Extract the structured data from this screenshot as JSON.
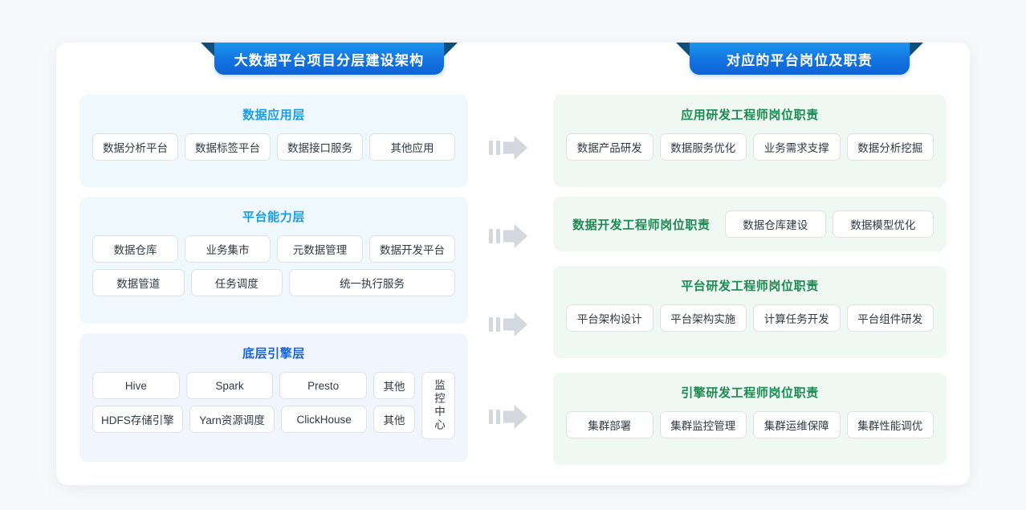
{
  "banners": {
    "left": "大数据平台项目分层建设架构",
    "right": "对应的平台岗位及职责"
  },
  "colors": {
    "page_background": "#f7f9fb",
    "card_background": "#ffffff",
    "banner_gradient_start": "#1a96f0",
    "banner_gradient_end": "#0e63d6",
    "banner_tail": "#0d4f7c",
    "panel_blue_bg": "#eff8fd",
    "panel_blue_title": "#1b9bea",
    "panel_blue2_bg": "#f0f5fe",
    "panel_blue2_title": "#1a63d8",
    "panel_green_bg": "#eff8f3",
    "panel_green_title": "#1d8a53",
    "chip_border": "#dde2e8",
    "chip_text": "#313a44",
    "arrow": "#d2d8de"
  },
  "left_column": [
    {
      "title": "数据应用层",
      "rows": [
        [
          "数据分析平台",
          "数据标签平台",
          "数据接口服务",
          "其他应用"
        ]
      ]
    },
    {
      "title": "平台能力层",
      "rows": [
        [
          "数据仓库",
          "业务集市",
          "元数据管理",
          "数据开发平台"
        ],
        [
          "数据管道",
          "任务调度",
          "统一执行服务"
        ]
      ]
    },
    {
      "title": "底层引擎层",
      "rows": [
        [
          "Hive",
          "Spark",
          "Presto",
          "其他"
        ],
        [
          "HDFS存储引擎",
          "Yarn资源调度",
          "ClickHouse",
          "其他"
        ]
      ],
      "side_chip": "监控中心"
    }
  ],
  "right_column": [
    {
      "title": "应用研发工程师岗位职责",
      "rows": [
        [
          "数据产品研发",
          "数据服务优化",
          "业务需求支撑",
          "数据分析挖掘"
        ]
      ]
    },
    {
      "title": "数据开发工程师岗位职责",
      "inline": true,
      "rows": [
        [
          "数据仓库建设",
          "数据模型优化"
        ]
      ]
    },
    {
      "title": "平台研发工程师岗位职责",
      "rows": [
        [
          "平台架构设计",
          "平台架构实施",
          "计算任务开发",
          "平台组件研发"
        ]
      ]
    },
    {
      "title": "引擎研发工程师岗位职责",
      "rows": [
        [
          "集群部署",
          "集群监控管理",
          "集群运维保障",
          "集群性能调优"
        ]
      ]
    }
  ],
  "arrows": {
    "icon": "arrow-right-icon",
    "count": 4
  }
}
